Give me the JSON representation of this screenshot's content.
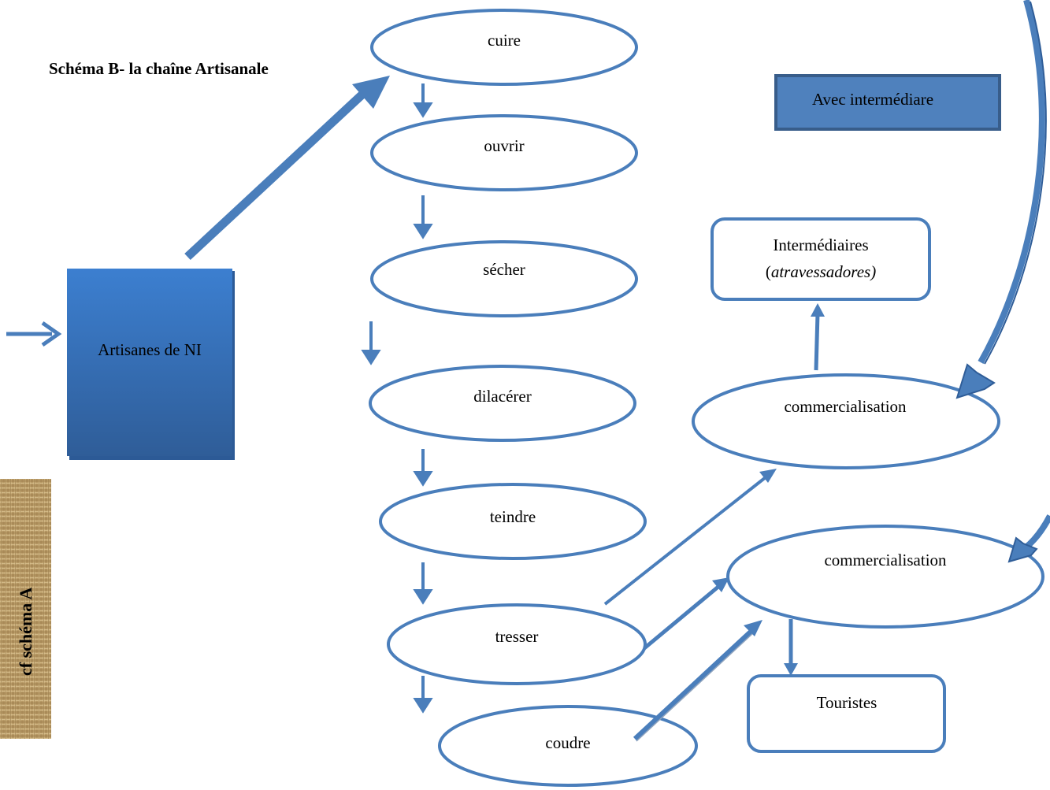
{
  "title": "Schéma B- la chaîne Artisanale",
  "side_label": "cf schéma A",
  "artisans_box": "Artisanes de NI",
  "legend_box": "Avec intermédiare",
  "steps": [
    "cuire",
    "ouvrir",
    "sécher",
    "dilacérer",
    "teindre",
    "tresser",
    "coudre"
  ],
  "commercialisation_top": "commercialisation",
  "commercialisation_bottom": "commercialisation",
  "intermediaires": {
    "line1": "Intermédiaires",
    "line2_open": "(",
    "line2_italic": "atravessadores)"
  },
  "touristes": "Touristes",
  "colors": {
    "stroke": "#4a7ebb",
    "box_fill": "#3f78c0",
    "box_fill_dark": "#2c5a96",
    "legend_fill": "#4f81bd",
    "legend_border": "#385d8a",
    "burlap": "#b89a66"
  }
}
